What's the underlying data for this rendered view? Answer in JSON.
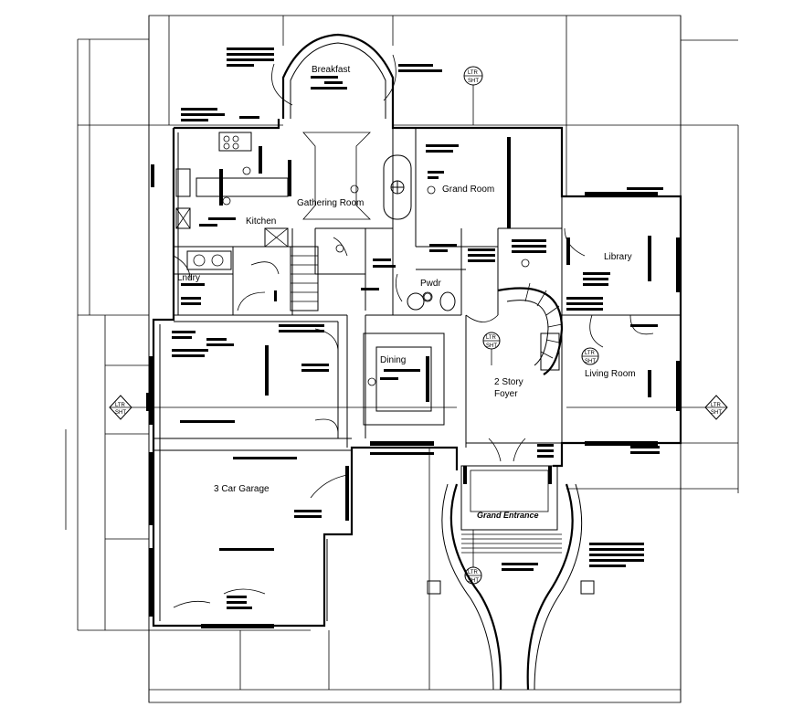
{
  "rooms": {
    "breakfast": "Breakfast",
    "gathering_room": "Gathering Room",
    "grand_room": "Grand Room",
    "kitchen": "Kitchen",
    "library": "Library",
    "laundry": "Lndry",
    "powder": "Pwdr",
    "dining": "Dining",
    "foyer_line1": "2 Story",
    "foyer_line2": "Foyer",
    "living_room": "Living Room",
    "garage": "3 Car Garage",
    "grand_entrance": "Grand Entrance"
  },
  "markers": {
    "top": [
      "LTR",
      "SHT"
    ],
    "left": [
      "LTR",
      "SHT"
    ],
    "right": [
      "LTR",
      "SHT"
    ],
    "foyer": [
      "LTR",
      "SHT"
    ],
    "living": [
      "LTR",
      "SHT"
    ],
    "entrance": [
      "LTR",
      "SHT"
    ]
  },
  "colors": {
    "line": "#000000",
    "background": "#ffffff"
  }
}
